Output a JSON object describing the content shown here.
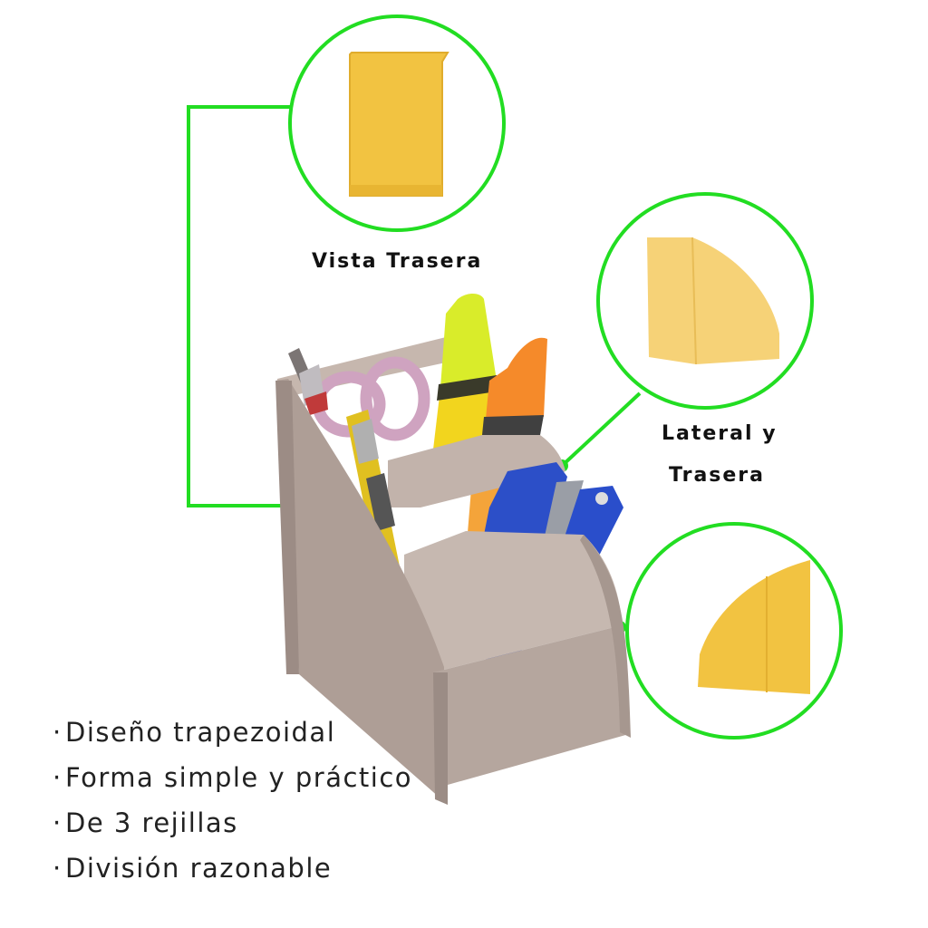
{
  "callouts": {
    "back_view": {
      "label": "Vista Trasera"
    },
    "side_back_view": {
      "label_line1": "Lateral y",
      "label_line2": "Trasera"
    },
    "side_view": {}
  },
  "features": [
    "Diseño trapezoidal",
    "Forma simple y práctico",
    "De 3 rejillas",
    "División razonable"
  ],
  "bullet_char": "·",
  "colors": {
    "callout_green": "#22dd22",
    "organizer_taupe": "#b3a49c",
    "detail_yellow": "#f2c341"
  }
}
